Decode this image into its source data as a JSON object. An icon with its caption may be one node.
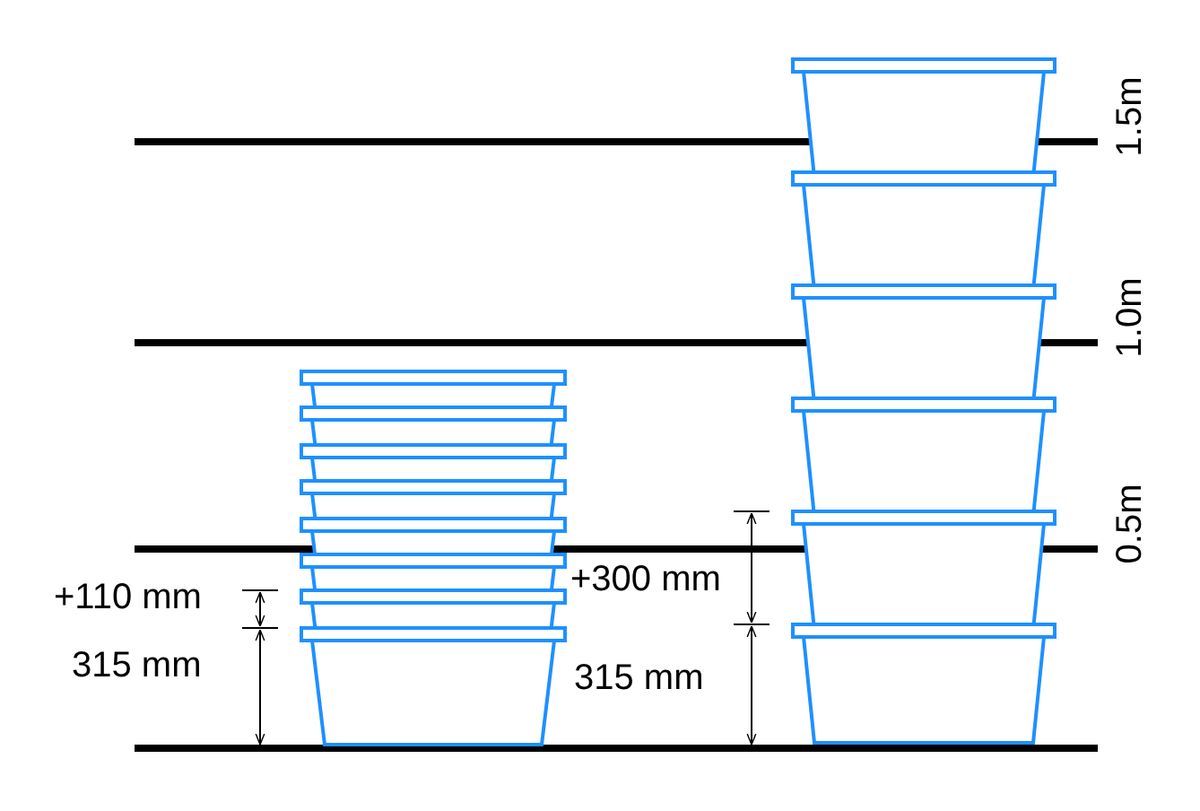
{
  "diagram": {
    "labels": [
      "1.5m",
      "1.0m",
      "0.5m",
      "+110 mm",
      "315 mm",
      "+300 mm",
      "315 mm"
    ]
  }
}
